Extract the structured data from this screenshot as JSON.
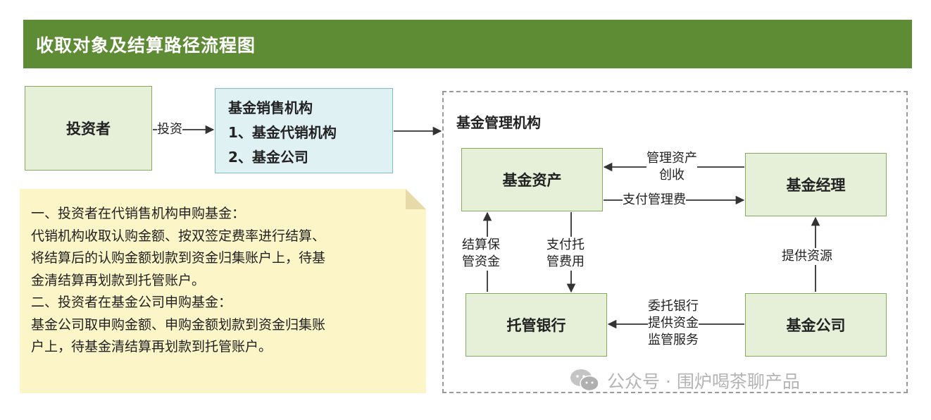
{
  "header": {
    "title": "收取对象及结算路径流程图"
  },
  "nodes": {
    "investor": "投资者",
    "sales_org": {
      "title": "基金销售机构",
      "items": [
        "1、基金代销机构",
        "2、基金公司"
      ]
    },
    "mgmt_org_title": "基金管理机构",
    "fund_assets": "基金资产",
    "fund_manager": "基金经理",
    "custodian_bank": "托管银行",
    "fund_company": "基金公司"
  },
  "edges": {
    "invest": "投资",
    "mgmt_asset_line1": "管理资产",
    "mgmt_asset_line2": "创收",
    "pay_mgmt_fee": "支付管理费",
    "settle_line1": "结算保",
    "settle_line2": "管资金",
    "pay_custody_line1": "支付托",
    "pay_custody_line2": "管费用",
    "provide_resources": "提供资源",
    "entrust_line1": "委托银行",
    "entrust_line2": "提供资金",
    "entrust_line3": "监管服务"
  },
  "note": {
    "lines": [
      "一、投资者在代销售机构申购基金：",
      "代销机构收取认购金额、按双签定费率进行结算、",
      "将结算后的认购金额划款到资金归集账户上，待基",
      "金清结算再划款到托管账户。",
      "二、投资者在基金公司申购基金：",
      "基金公司取申购金额、申购金额划款到资金归集账",
      "户上，待基金清结算再划款到托管账户。"
    ]
  },
  "watermark": {
    "text": "公众号 · 围炉喝茶聊产品",
    "icon": "wechat-icon"
  },
  "colors": {
    "header_bg": "#5e8c35",
    "node_fill": "#e6f0d8",
    "sales_fill": "#dff1f3",
    "note_fill": "#fcf5c8"
  }
}
